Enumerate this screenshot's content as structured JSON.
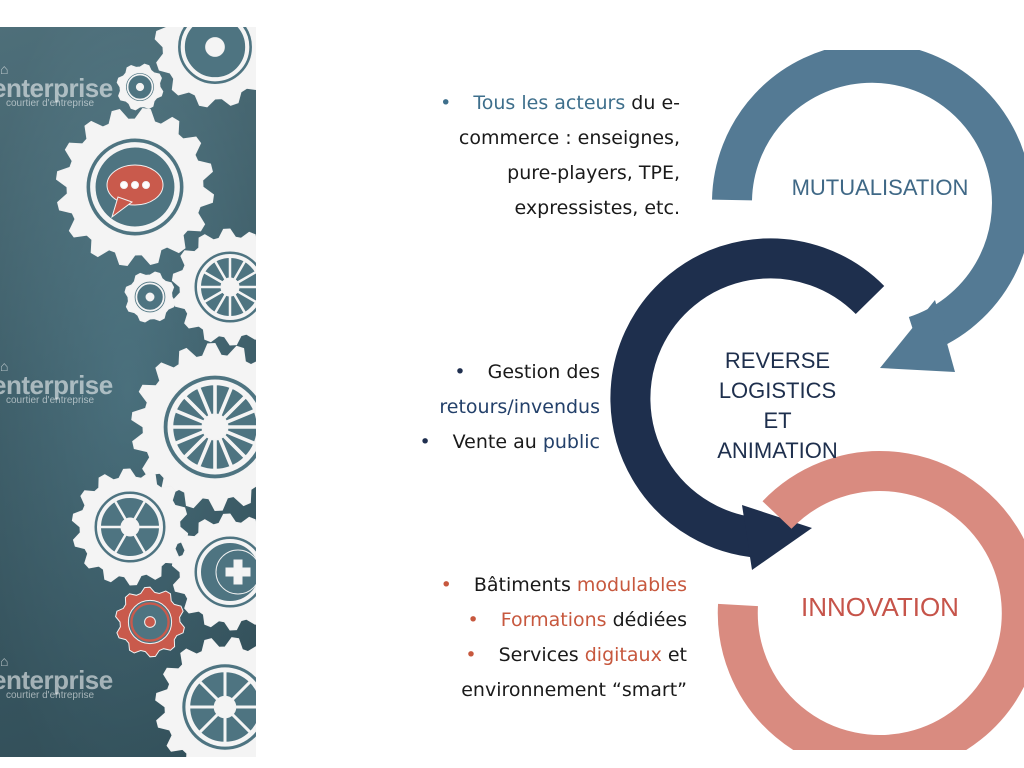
{
  "watermark": {
    "brand": "enterprise",
    "tagline": "courtier d'entreprise"
  },
  "blocks": {
    "mutualisation": {
      "prefix_highlight": "Tous les acteurs",
      "line1_rest": " du e-",
      "line2": "commerce : enseignes,",
      "line3": "pure-players, TPE,",
      "line4": "expressistes, etc."
    },
    "reverse": {
      "item1_a": "Gestion des",
      "item1_b_highlight": "retours/invendus",
      "item2_plain": "Vente au ",
      "item2_highlight": "public"
    },
    "innovation": {
      "item1_plain": "Bâtiments ",
      "item1_highlight": "modulables",
      "item2_highlight": "Formations",
      "item2_plain": " dédiées",
      "item3_plain": "Services ",
      "item3_highlight": "digitaux",
      "item3_rest": " et",
      "item3_line2": "environnement “smart”"
    }
  },
  "cycle": {
    "top_label": "MUTUALISATION",
    "middle_label_lines": [
      "REVERSE",
      "LOGISTICS",
      "ET",
      "ANIMATION"
    ],
    "bottom_label": "INNOVATION"
  },
  "colors": {
    "panel": "#4b717e",
    "blue_arrow": "#547a94",
    "navy_arrow": "#1e2f4d",
    "salmon_arrow": "#d98b80",
    "highlight_blue": "#3e6f8c",
    "highlight_red": "#c7583e"
  },
  "icons": [
    "gear-icon",
    "chat-bubble-icon",
    "plus-icon",
    "building-icon"
  ]
}
